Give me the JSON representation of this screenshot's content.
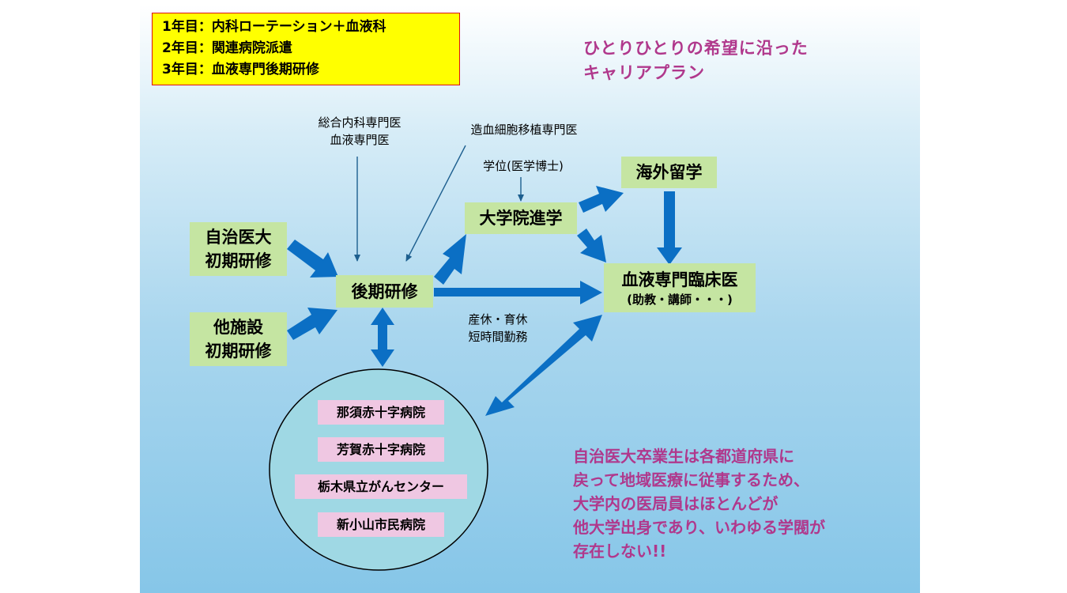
{
  "schedule": {
    "line1": "1年目：内科ローテーション＋血液科",
    "line2": "2年目：関連病院派遣",
    "line3": "3年目：血液専門後期研修"
  },
  "tagline": {
    "line1": "ひとりひとりの希望に沿った",
    "line2": "キャリアプラン"
  },
  "nodes": {
    "jichi_line1": "自治医大",
    "jichi_line2": "初期研修",
    "other_line1": "他施設",
    "other_line2": "初期研修",
    "koki": "後期研修",
    "daigakuin": "大学院進学",
    "kaigai": "海外留学",
    "rinsho_line1": "血液専門臨床医",
    "rinsho_line2": "(助教・講師・・・)"
  },
  "labels": {
    "specialist_line1": "総合内科専門医",
    "specialist_line2": "血液専門医",
    "hsct": "造血細胞移植専門医",
    "degree": "学位(医学博士)",
    "leave_line1": "産休・育休",
    "leave_line2": "短時間勤務"
  },
  "hospitals": [
    "那須赤十字病院",
    "芳賀赤十字病院",
    "栃木県立がんセンター",
    "新小山市民病院"
  ],
  "note": {
    "line1": "自治医大卒業生は各都道府県に",
    "line2": "戻って地域医療に従事するため、",
    "line3": "大学内の医局員はほとんどが",
    "line4": "他大学出身であり、いわゆる学閥が",
    "line5": "存在しない!!"
  },
  "colors": {
    "arrow": "#0b6fc4",
    "box_green": "#c5e5a2",
    "box_pink": "#efc7e2",
    "highlight_yellow": "#ffff00",
    "accent_magenta": "#b0388c"
  }
}
